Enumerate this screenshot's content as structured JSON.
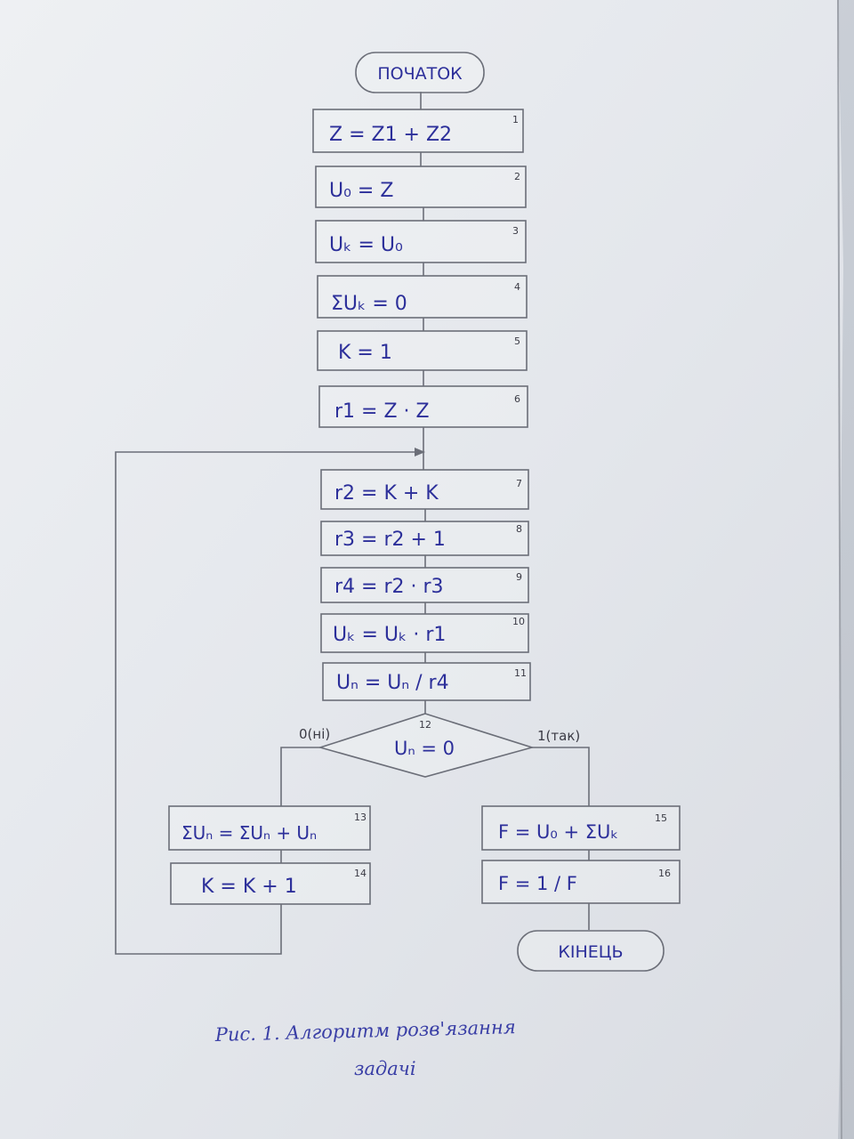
{
  "start": {
    "text": "ПОЧАТОК"
  },
  "end": {
    "text": "КІНЕЦЬ"
  },
  "blocks": [
    {
      "num": "1",
      "text": "Z = Z1 + Z2"
    },
    {
      "num": "2",
      "text": "U₀ = Z"
    },
    {
      "num": "3",
      "text": "Uₖ = U₀"
    },
    {
      "num": "4",
      "text": "ΣUₖ = 0"
    },
    {
      "num": "5",
      "text": "K = 1"
    },
    {
      "num": "6",
      "text": "r1 = Z · Z"
    },
    {
      "num": "7",
      "text": "r2 = K + K"
    },
    {
      "num": "8",
      "text": "r3 = r2 + 1"
    },
    {
      "num": "9",
      "text": "r4 = r2 · r3"
    },
    {
      "num": "10",
      "text": "Uₖ = Uₖ · r1"
    },
    {
      "num": "11",
      "text": "Uₙ = Uₙ / r4"
    },
    {
      "num": "13",
      "text": "ΣUₙ = ΣUₙ + Uₙ"
    },
    {
      "num": "14",
      "text": "K = K + 1"
    },
    {
      "num": "15",
      "text": "F = U₀ + ΣUₖ"
    },
    {
      "num": "16",
      "text": "F = 1 / F"
    }
  ],
  "decision": {
    "num": "12",
    "text": "Uₙ = 0",
    "no_label": "0(ні)",
    "yes_label": "1(так)"
  },
  "caption": {
    "line1": "Рис. 1. Алгоритм розв'язання",
    "line2": "задачі"
  }
}
